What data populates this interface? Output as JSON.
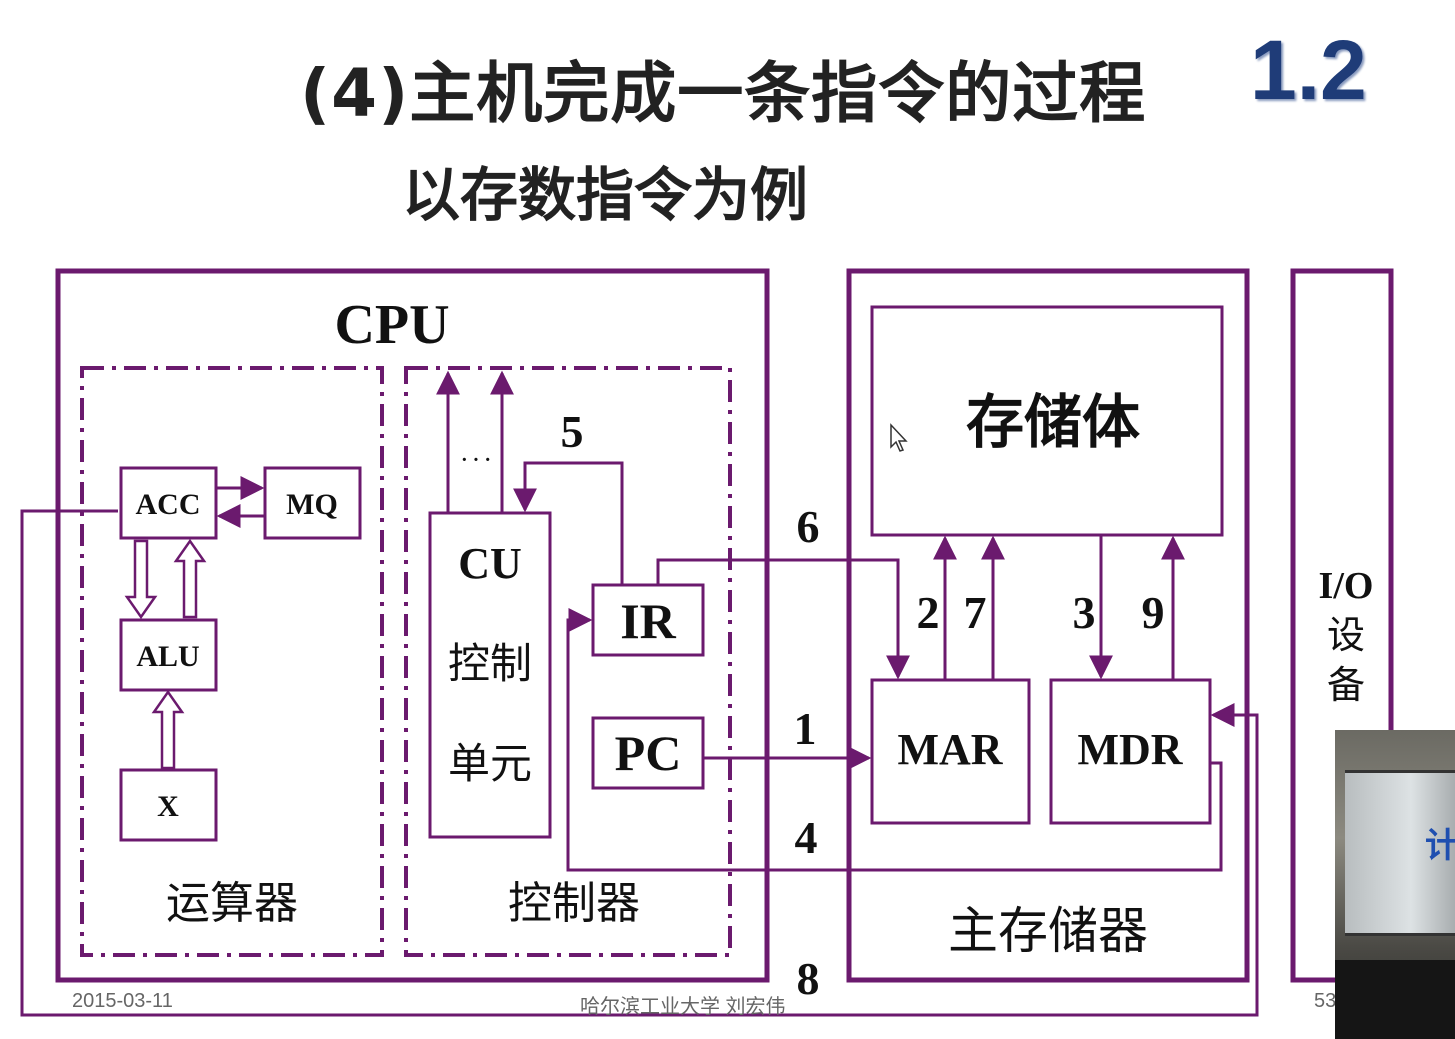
{
  "slide": {
    "title": "(4)主机完成一条指令的过程",
    "subtitle": "以存数指令为例",
    "section_number": "1.2",
    "footer_date": "2015-03-11",
    "footer_author": "哈尔滨工业大学  刘宏伟",
    "footer_page": "53"
  },
  "colors": {
    "line": "#6b1a6e",
    "title": "#222222",
    "section_number": "#1f3c78"
  },
  "diagram": {
    "cpu_label": "CPU",
    "alu_unit_label": "运算器",
    "control_unit_label": "控制器",
    "memory_label": "主存储器",
    "storage_body_label": "存储体",
    "io_label": [
      "I/O",
      "设",
      "备"
    ],
    "registers": {
      "acc": "ACC",
      "mq": "MQ",
      "alu": "ALU",
      "x": "X",
      "cu_title": "CU",
      "cu_line1": "控制",
      "cu_line2": "单元",
      "ir": "IR",
      "pc": "PC",
      "mar": "MAR",
      "mdr": "MDR"
    },
    "ellipsis": "· · ·",
    "steps": {
      "s1": "1",
      "s2": "2",
      "s3": "3",
      "s4": "4",
      "s5": "5",
      "s6": "6",
      "s7": "7",
      "s8": "8",
      "s9": "9"
    }
  },
  "webcam": {
    "visible_text": "计"
  }
}
